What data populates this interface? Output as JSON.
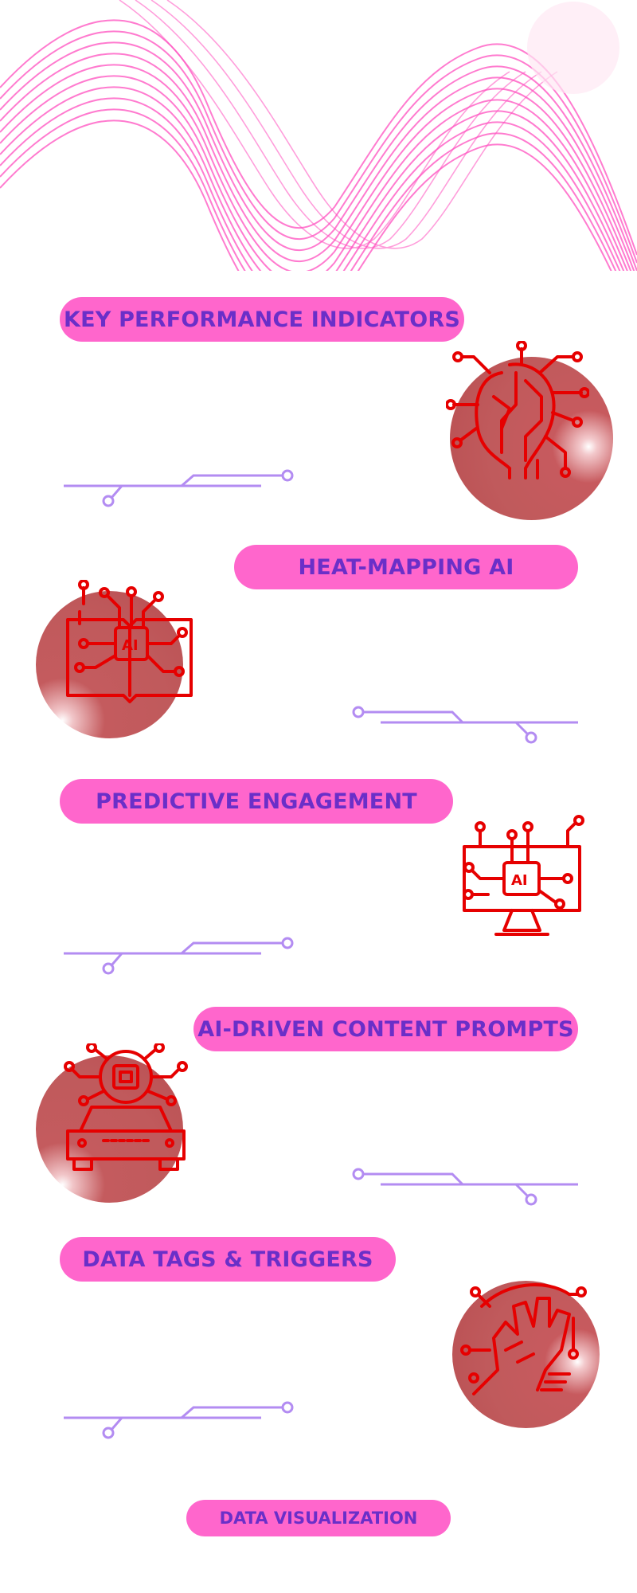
{
  "sections": [
    {
      "title": "KEY PERFORMANCE INDICATORS",
      "icon": "brain-circuit-icon"
    },
    {
      "title": "HEAT-MAPPING AI",
      "icon": "ai-book-circuit-icon"
    },
    {
      "title": "PREDICTIVE ENGAGEMENT",
      "icon": "ai-monitor-circuit-icon"
    },
    {
      "title": "AI-DRIVEN CONTENT PROMPTS",
      "icon": "ai-car-chip-icon"
    },
    {
      "title": "DATA TAGS & TRIGGERS",
      "icon": "robot-hand-circuit-icon"
    }
  ],
  "footer": {
    "label": "DATA VISUALIZATION"
  },
  "colors": {
    "pill": "#ff66cc",
    "pill_text": "#6a2fc8",
    "icon": "#e60000",
    "circle": "#c05a5c",
    "connector": "#b38cf2",
    "wave": "#ff4fbf"
  }
}
